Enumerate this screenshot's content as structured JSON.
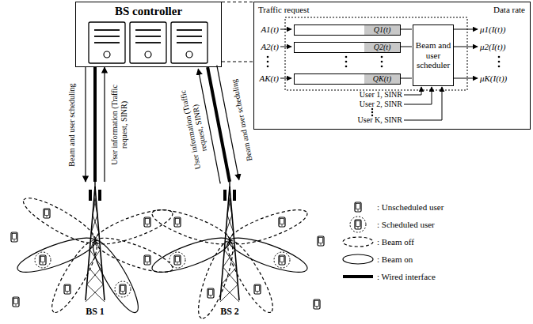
{
  "diagram": {
    "nodes": [
      {
        "text": [
          "BS controller"
        ]
      },
      {
        "text": [
          "Traffic request",
          "Data rate"
        ]
      },
      {
        "text": [
          "Q1(t)"
        ],
        "in": 1
      },
      {
        "text": [
          "Q2(t)"
        ],
        "in": 1
      },
      {
        "text": [
          "QK(t)"
        ],
        "in": 1
      },
      {
        "text": [
          "Beam and user scheduler"
        ],
        "in": 1
      },
      {
        "text": [
          "BS 1"
        ]
      },
      {
        "text": [
          "BS 2"
        ]
      }
    ],
    "edges": [
      {
        "from": 0,
        "to": 6,
        "arrow": "none"
      },
      {
        "from": 0,
        "to": 6,
        "label": "Beam and user scheduling",
        "arrow": "to"
      },
      {
        "from": 6,
        "to": 0,
        "label": "User information (Traffic request, SINR)",
        "arrow": "to"
      },
      {
        "from": 0,
        "to": 7,
        "arrow": "none"
      },
      {
        "from": 7,
        "to": 0,
        "label": "User information (Traffic request, SINR)",
        "arrow": "to"
      },
      {
        "from": 0,
        "to": 7,
        "label": "Beam and user scheduling",
        "arrow": "to"
      }
    ],
    "labels": [
      "A1(t)",
      "A2(t)",
      "AK(t)",
      "μ1(I(t))",
      "μ2(I(t))",
      "μK(I(t))",
      "User 1, SINR",
      "User 2, SINR",
      "User K, SINR"
    ],
    "legend": [
      {
        "text": ": Unscheduled user"
      },
      {
        "text": ": Scheduled user"
      },
      {
        "text": ": Beam off"
      },
      {
        "text": ": Beam on"
      },
      {
        "text": ": Wired interface"
      }
    ]
  }
}
